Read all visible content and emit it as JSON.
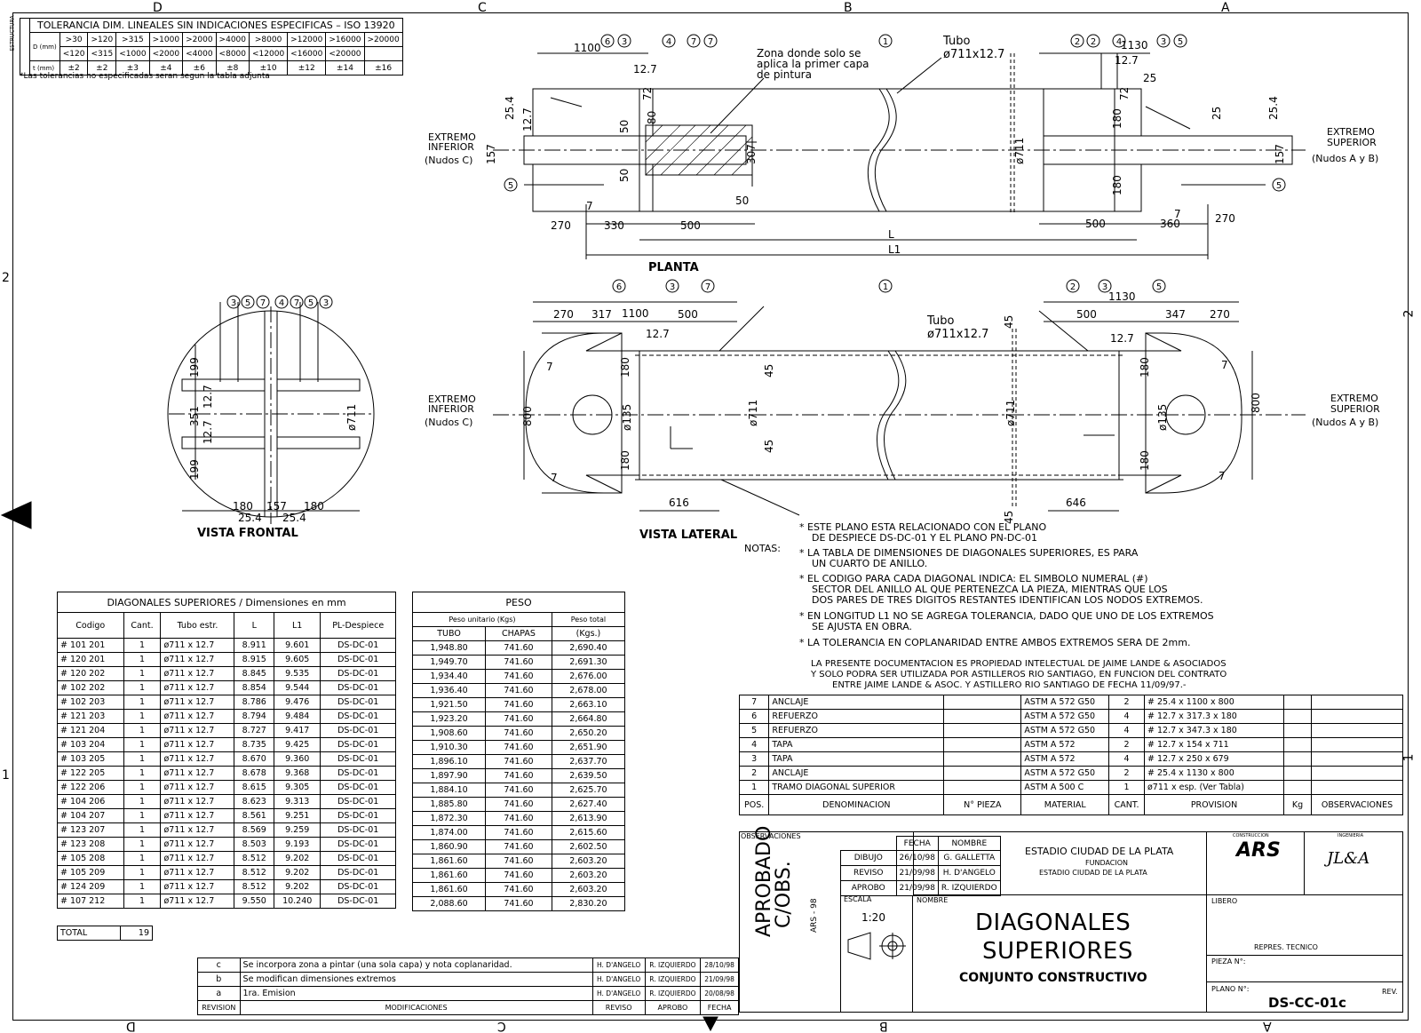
{
  "zones_top": [
    "D",
    "C",
    "B",
    "A"
  ],
  "zones_bottom": [
    "D",
    "C",
    "B",
    "A"
  ],
  "zones_side": [
    "2",
    "1"
  ],
  "tolerance": {
    "title": "TOLERANCIA DIM. LINEALES SIN INDICACIONES ESPECIFICAS – ISO 13920",
    "side_label": "ESTRUCTURA",
    "row_d": "D (mm)",
    "row_t": "t (mm)",
    "d_top": [
      ">30",
      ">120",
      ">315",
      ">1000",
      ">2000",
      ">4000",
      ">8000",
      ">12000",
      ">16000",
      ">20000"
    ],
    "d_bottom": [
      "<120",
      "<315",
      "<1000",
      "<2000",
      "<4000",
      "<8000",
      "<12000",
      "<16000",
      "<20000",
      ""
    ],
    "t_values": [
      "±2",
      "±2",
      "±3",
      "±4",
      "±6",
      "±8",
      "±10",
      "±12",
      "±14",
      "±16"
    ],
    "footnote": "*Las tolerancias no especificadas seran segun la tabla adjunta"
  },
  "drawing": {
    "planta": "PLANTA",
    "vista_frontal": "VISTA FRONTAL",
    "vista_lateral": "VISTA LATERAL",
    "zona_note": [
      "Zona donde solo se",
      "aplica la primer capa",
      "de pintura"
    ],
    "tubo_label": "Tubo",
    "tubo_dim": "ø711x12.7",
    "extremo_inf": [
      "EXTREMO",
      "INFERIOR",
      "(Nudos C)"
    ],
    "extremo_sup": [
      "EXTREMO",
      "SUPERIOR",
      "(Nudos A y B)"
    ],
    "dims": {
      "d1100": "1100",
      "d1130": "1130",
      "d12_7": "12.7",
      "d25_4": "25.4",
      "d157": "157",
      "d25": "25",
      "d72": "72",
      "d80": "80",
      "d50": "50",
      "d180": "180",
      "d307": "307",
      "d711": "ø711",
      "d270": "270",
      "d330": "330",
      "d500": "500",
      "d360": "360",
      "dL": "L",
      "dL1": "L1",
      "d317": "317",
      "d347": "347",
      "d45": "45",
      "d135": "ø135",
      "d800": "800",
      "d616": "616",
      "d646": "646",
      "d199": "199",
      "d351": "351",
      "d7": "7"
    },
    "bubbles_planta": [
      "6",
      "3",
      "4",
      "7",
      "7",
      "1",
      "2",
      "2",
      "4",
      "3",
      "5",
      "5",
      "5"
    ],
    "bubbles_lateral": [
      "6",
      "3",
      "7",
      "1",
      "2",
      "3",
      "5"
    ],
    "bubbles_frontal": [
      "3",
      "5",
      "7",
      "4",
      "7",
      "5",
      "3"
    ]
  },
  "notes": {
    "label": "NOTAS:",
    "items": [
      [
        "ESTE PLANO ESTA RELACIONADO CON EL PLANO",
        "DE DESPIECE DS-DC-01 Y EL PLANO PN-DC-01"
      ],
      [
        "LA TABLA DE DIMENSIONES DE DIAGONALES SUPERIORES, ES PARA",
        "UN CUARTO DE ANILLO."
      ],
      [
        "EL CODIGO PARA CADA DIAGONAL INDICA: EL SIMBOLO NUMERAL (#)",
        "SECTOR DEL ANILLO AL QUE PERTENEZCA LA PIEZA, MIENTRAS QUE LOS",
        "DOS PARES DE TRES DIGITOS RESTANTES IDENTIFICAN LOS NODOS EXTREMOS."
      ],
      [
        "EN LONGITUD L1 NO SE AGREGA TOLERANCIA, DADO QUE UNO DE LOS EXTREMOS",
        "SE AJUSTA EN OBRA."
      ],
      [
        "LA TOLERANCIA EN COPLANARIDAD ENTRE AMBOS EXTREMOS SERA DE 2mm."
      ]
    ],
    "property": [
      "LA PRESENTE DOCUMENTACION ES PROPIEDAD INTELECTUAL DE JAIME LANDE & ASOCIADOS",
      "Y SOLO PODRA SER UTILIZADA POR ASTILLEROS RIO SANTIAGO, EN FUNCION DEL CONTRATO",
      "ENTRE JAIME LANDE & ASOC. Y ASTILLERO RIO SANTIAGO DE FECHA 11/09/97.-"
    ]
  },
  "dims_table": {
    "title": "DIAGONALES SUPERIORES / Dimensiones en mm",
    "headers": [
      "Codigo",
      "Cant.",
      "Tubo estr.",
      "L",
      "L1",
      "PL-Despiece"
    ],
    "rows": [
      [
        "# 101 201",
        "1",
        "ø711 x 12.7",
        "8.911",
        "9.601",
        "DS-DC-01"
      ],
      [
        "# 120 201",
        "1",
        "ø711 x 12.7",
        "8.915",
        "9.605",
        "DS-DC-01"
      ],
      [
        "# 120 202",
        "1",
        "ø711 x 12.7",
        "8.845",
        "9.535",
        "DS-DC-01"
      ],
      [
        "# 102 202",
        "1",
        "ø711 x 12.7",
        "8.854",
        "9.544",
        "DS-DC-01"
      ],
      [
        "# 102 203",
        "1",
        "ø711 x 12.7",
        "8.786",
        "9.476",
        "DS-DC-01"
      ],
      [
        "# 121 203",
        "1",
        "ø711 x 12.7",
        "8.794",
        "9.484",
        "DS-DC-01"
      ],
      [
        "# 121 204",
        "1",
        "ø711 x 12.7",
        "8.727",
        "9.417",
        "DS-DC-01"
      ],
      [
        "# 103 204",
        "1",
        "ø711 x 12.7",
        "8.735",
        "9.425",
        "DS-DC-01"
      ],
      [
        "# 103 205",
        "1",
        "ø711 x 12.7",
        "8.670",
        "9.360",
        "DS-DC-01"
      ],
      [
        "# 122 205",
        "1",
        "ø711 x 12.7",
        "8.678",
        "9.368",
        "DS-DC-01"
      ],
      [
        "# 122 206",
        "1",
        "ø711 x 12.7",
        "8.615",
        "9.305",
        "DS-DC-01"
      ],
      [
        "# 104 206",
        "1",
        "ø711 x 12.7",
        "8.623",
        "9.313",
        "DS-DC-01"
      ],
      [
        "# 104 207",
        "1",
        "ø711 x 12.7",
        "8.561",
        "9.251",
        "DS-DC-01"
      ],
      [
        "# 123 207",
        "1",
        "ø711 x 12.7",
        "8.569",
        "9.259",
        "DS-DC-01"
      ],
      [
        "# 123 208",
        "1",
        "ø711 x 12.7",
        "8.503",
        "9.193",
        "DS-DC-01"
      ],
      [
        "# 105 208",
        "1",
        "ø711 x 12.7",
        "8.512",
        "9.202",
        "DS-DC-01"
      ],
      [
        "# 105 209",
        "1",
        "ø711 x 12.7",
        "8.512",
        "9.202",
        "DS-DC-01"
      ],
      [
        "# 124 209",
        "1",
        "ø711 x 12.7",
        "8.512",
        "9.202",
        "DS-DC-01"
      ],
      [
        "# 107 212",
        "1",
        "ø711 x 12.7",
        "9.550",
        "10.240",
        "DS-DC-01"
      ]
    ],
    "total_label": "TOTAL",
    "total_value": "19"
  },
  "peso_table": {
    "title": "PESO",
    "h_unit": "Peso unitario (Kgs)",
    "h_total": "Peso total",
    "h_tubo": "TUBO",
    "h_chapas": "CHAPAS",
    "h_kgs": "(Kgs.)",
    "rows": [
      [
        "1,948.80",
        "741.60",
        "2,690.40"
      ],
      [
        "1,949.70",
        "741.60",
        "2,691.30"
      ],
      [
        "1,934.40",
        "741.60",
        "2,676.00"
      ],
      [
        "1,936.40",
        "741.60",
        "2,678.00"
      ],
      [
        "1,921.50",
        "741.60",
        "2,663.10"
      ],
      [
        "1,923.20",
        "741.60",
        "2,664.80"
      ],
      [
        "1,908.60",
        "741.60",
        "2,650.20"
      ],
      [
        "1,910.30",
        "741.60",
        "2,651.90"
      ],
      [
        "1,896.10",
        "741.60",
        "2,637.70"
      ],
      [
        "1,897.90",
        "741.60",
        "2,639.50"
      ],
      [
        "1,884.10",
        "741.60",
        "2,625.70"
      ],
      [
        "1,885.80",
        "741.60",
        "2,627.40"
      ],
      [
        "1,872.30",
        "741.60",
        "2,613.90"
      ],
      [
        "1,874.00",
        "741.60",
        "2,615.60"
      ],
      [
        "1,860.90",
        "741.60",
        "2,602.50"
      ],
      [
        "1,861.60",
        "741.60",
        "2,603.20"
      ],
      [
        "1,861.60",
        "741.60",
        "2,603.20"
      ],
      [
        "1,861.60",
        "741.60",
        "2,603.20"
      ],
      [
        "2,088.60",
        "741.60",
        "2,830.20"
      ]
    ]
  },
  "parts": {
    "headers": [
      "POS.",
      "DENOMINACION",
      "N° PIEZA",
      "MATERIAL",
      "CANT.",
      "PROVISION",
      "Kg",
      "OBSERVACIONES"
    ],
    "rows": [
      [
        "7",
        "ANCLAJE",
        "",
        "ASTM A 572 G50",
        "2",
        "# 25.4 x 1100 x 800"
      ],
      [
        "6",
        "REFUERZO",
        "",
        "ASTM A 572 G50",
        "4",
        "# 12.7 x 317.3 x 180"
      ],
      [
        "5",
        "REFUERZO",
        "",
        "ASTM A 572 G50",
        "4",
        "# 12.7 x 347.3 x 180"
      ],
      [
        "4",
        "TAPA",
        "",
        "ASTM A 572",
        "2",
        "# 12.7 x 154 x 711"
      ],
      [
        "3",
        "TAPA",
        "",
        "ASTM A 572",
        "4",
        "# 12.7 x 250 x 679"
      ],
      [
        "2",
        "ANCLAJE",
        "",
        "ASTM A 572 G50",
        "2",
        "# 25.4 x 1130 x 800"
      ],
      [
        "1",
        "TRAMO DIAGONAL SUPERIOR",
        "",
        "ASTM A 500 C",
        "1",
        "ø711 x esp. (Ver Tabla)"
      ]
    ]
  },
  "revisions": {
    "rows": [
      [
        "c",
        "Se incorpora zona a pintar (una sola capa) y nota coplanaridad.",
        "H. D'ANGELO",
        "R. IZQUIERDO",
        "28/10/98"
      ],
      [
        "b",
        "Se modifican dimensiones extremos",
        "H. D'ANGELO",
        "R. IZQUIERDO",
        "21/09/98"
      ],
      [
        "a",
        "1ra. Emision",
        "H. D'ANGELO",
        "R. IZQUIERDO",
        "20/08/98"
      ]
    ],
    "footer": [
      "REVISION",
      "MODIFICACIONES",
      "REVISO",
      "APROBO",
      "FECHA"
    ]
  },
  "titleblock": {
    "observaciones": "OBSERVACIONES",
    "aprobado": [
      "APROBADO",
      "C/OBS."
    ],
    "ars": "ARS - 98",
    "fecha": "FECHA",
    "nombre": "NOMBRE",
    "sign": [
      [
        "DIBUJO",
        "26/10/98",
        "G. GALLETTA"
      ],
      [
        "REVISO",
        "21/09/98",
        "H. D'ANGELO"
      ],
      [
        "APROBO",
        "21/09/98",
        "R. IZQUIERDO"
      ]
    ],
    "escala": "ESCALA",
    "escala_val": "1:20",
    "nombre_lbl": "NOMBRE",
    "title1": "DIAGONALES",
    "title2": "SUPERIORES",
    "subtitle": "CONJUNTO CONSTRUCTIVO",
    "project": "ESTADIO CIUDAD DE LA PLATA",
    "fundacion": "FUNDACION",
    "fundacion2": "ESTADIO CIUDAD DE LA PLATA",
    "construccion": "CONSTRUCCION",
    "ingenieria": "INGENIERIA",
    "ars_logo": "ARS",
    "jla_logo": "JL&A",
    "libero": "LIBERO",
    "repres": "REPRES. TECNICO",
    "pieza": "PIEZA N°:",
    "plano": "PLANO N°:",
    "plano_val": "DS-CC-01c",
    "rev": "REV."
  }
}
